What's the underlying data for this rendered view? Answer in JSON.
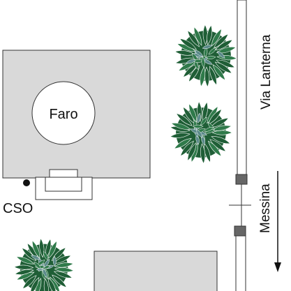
{
  "map": {
    "lighthouse_label": "Faro",
    "marker_label": "CSO",
    "street_north_label": "Via Lanterna",
    "direction_label": "Messina"
  },
  "colors": {
    "building_fill": "#d9d9d9",
    "outline": "#333333",
    "lighthouse_fill": "#ffffff",
    "tree_dark": "#1f5e36",
    "tree_mid": "#2f7a4a",
    "tree_light": "#5b8a8a",
    "signal_fill": "#666666",
    "background": "#ffffff"
  },
  "icons": {
    "tree": "tree-icon",
    "marker": "point-marker-icon",
    "signal": "signal-box-icon",
    "arrow": "arrow-down-icon"
  }
}
